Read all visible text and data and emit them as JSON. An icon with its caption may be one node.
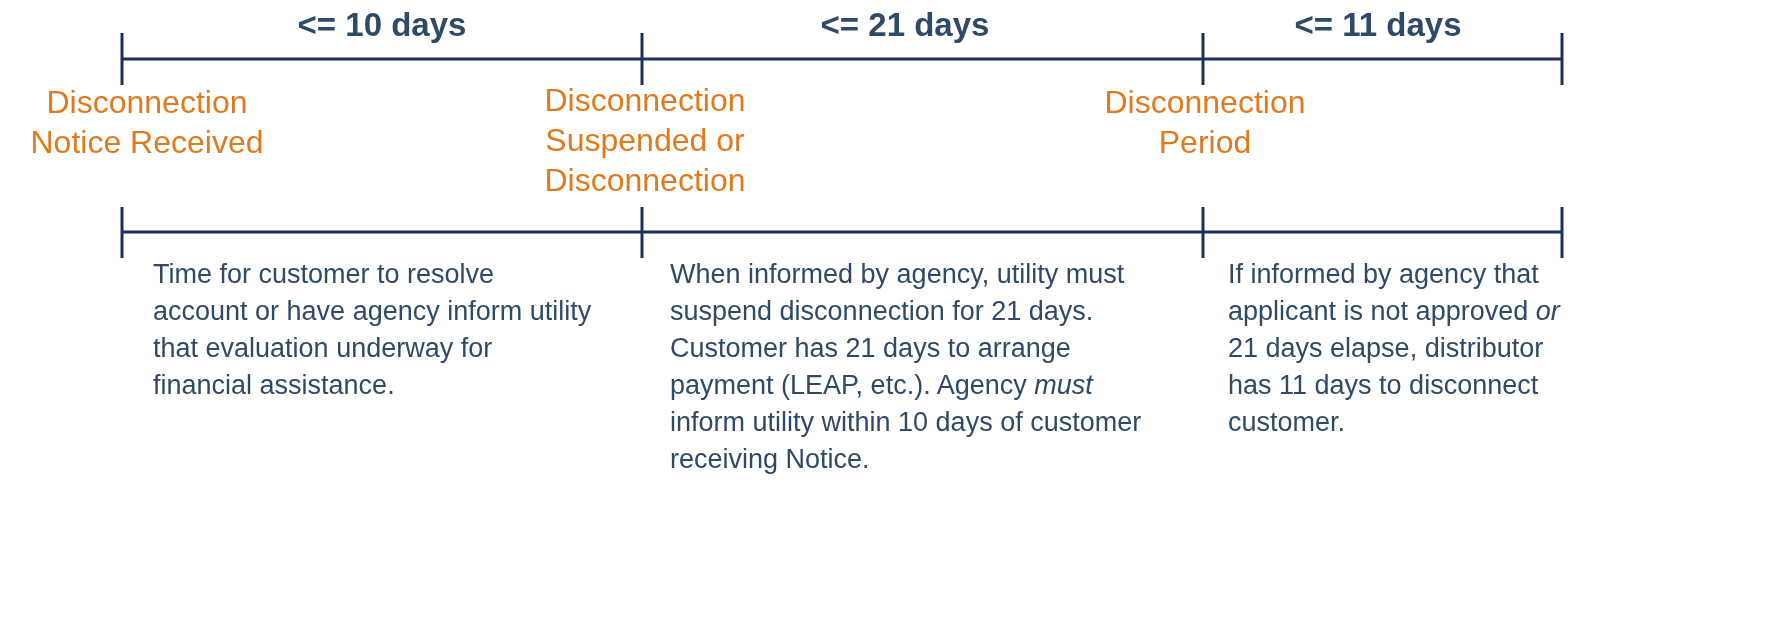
{
  "diagram": {
    "labels": [
      "<= 10 days",
      "<= 21 days",
      "<= 11 days",
      "Disconnection Notice Received",
      "Disconnection Suspended or Disconnection",
      "Disconnection Period",
      "Time for customer to resolve account or have agency inform utility that evaluation underway for financial assistance.",
      "When informed by agency, utility must suspend disconnection for 21 days. Customer has 21 days to arrange payment (LEAP, etc.). Agency *must* inform utility within 10 days of customer receiving Notice.",
      "If informed by agency that applicant is not approved *or* 21 days elapse, distributor has 11 days to disconnect customer."
    ]
  }
}
